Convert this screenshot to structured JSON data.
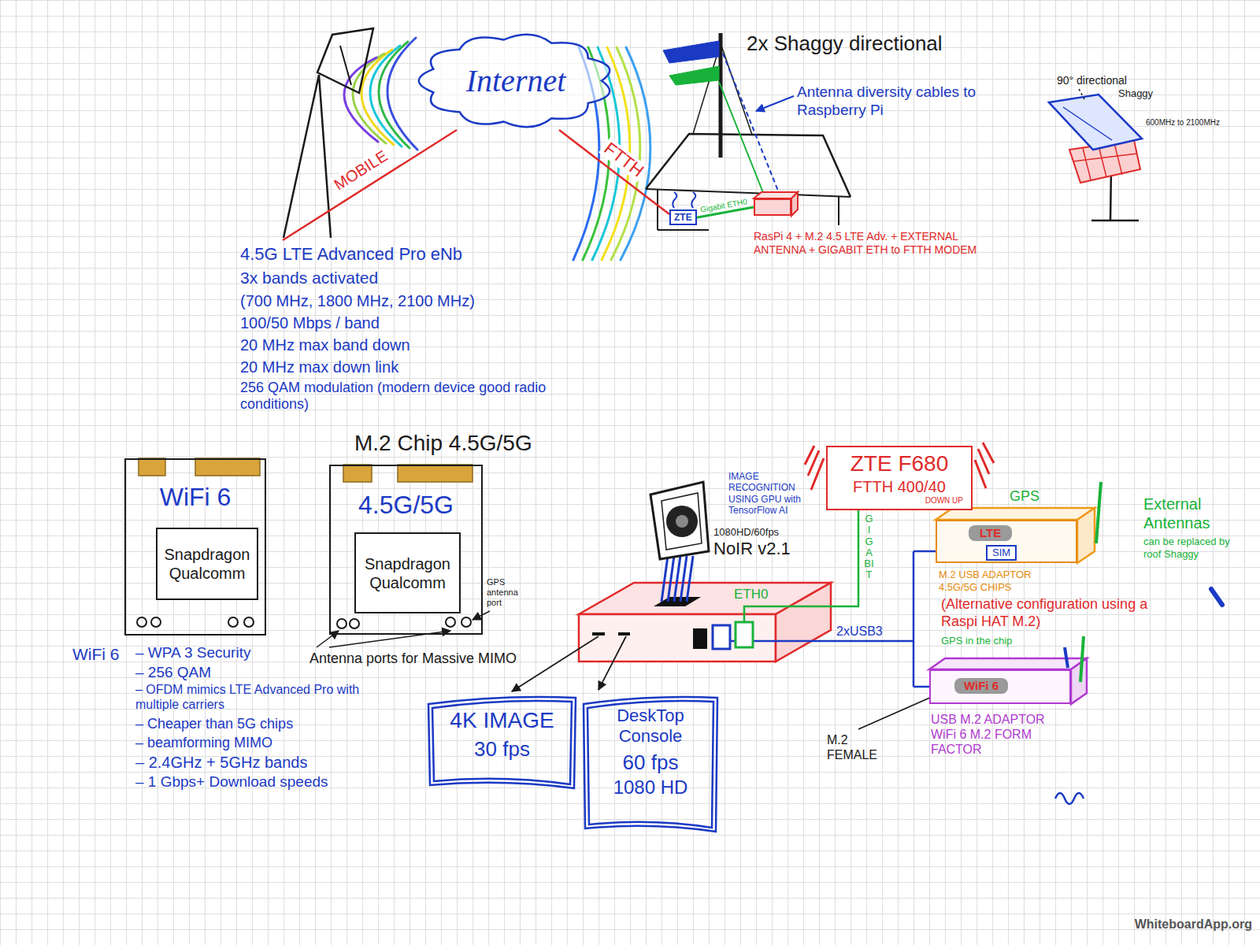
{
  "diagram": {
    "nodes": [
      {
        "text": [
          "Internet"
        ]
      },
      {
        "text": [
          "4.5G LTE Advanced Pro eNb",
          "3x bands activated",
          "(700 MHz, 1800 MHz, 2100 MHz)",
          "100/50 Mbps / band",
          "20 MHz max band down",
          "20 MHz max down link",
          "256 QAM modulation (modern device good radio conditions)"
        ]
      },
      {
        "text": [
          "ZTE"
        ]
      },
      {
        "text": [
          "RasPi 4 + M.2 4.5 LTE Adv. + EXTERNAL ANTENNA + GIGABIT ETH to FTTH MODEM"
        ]
      },
      {
        "text": [
          "WiFi 6"
        ]
      },
      {
        "text": [
          "Snapdragon Qualcomm"
        ],
        "in": 4
      },
      {
        "text": [
          "4.5G/5G"
        ]
      },
      {
        "text": [
          "Snapdragon Qualcomm"
        ],
        "in": 6
      },
      {
        "text": [
          "ZTE F680",
          "FTTH 400/40",
          "DOWN UP"
        ]
      },
      {
        "text": [
          "M.2 USB ADAPTOR 4.5G/5G CHIPS"
        ]
      },
      {
        "text": [
          "LTE"
        ],
        "in": 9
      },
      {
        "text": [
          "SIM"
        ],
        "in": 9
      },
      {
        "text": [
          "4K IMAGE",
          "30 fps"
        ]
      },
      {
        "text": [
          "DeskTop Console",
          "60 fps",
          "1080 HD"
        ]
      },
      {
        "text": [
          "USB M.2 ADAPTOR WiFi 6 M.2 FORM FACTOR"
        ]
      },
      {
        "text": [
          "WiFi 6"
        ],
        "in": 14
      }
    ],
    "edges": [
      {
        "from": 0,
        "to": 1,
        "label": "MOBILE",
        "arrow": "none"
      },
      {
        "from": 0,
        "to": 2,
        "label": "FTTH",
        "arrow": "none"
      },
      {
        "from": 2,
        "to": 3,
        "label": "Gigabit ETH0",
        "arrow": "none"
      }
    ],
    "labels": [
      "2x Shaggy directional",
      "Antenna diversity cables to Raspberry Pi",
      "90° directional",
      "Shaggy",
      "600MHz to 2100MHz",
      "M.2 Chip 4.5G/5G",
      "GPS antenna port",
      "Antenna ports for Massive MIMO",
      "WiFi 6",
      "– WPA 3 Security",
      "– 256 QAM",
      "– OFDM mimics LTE Advanced Pro with multiple carriers",
      "– Cheaper than 5G chips",
      "– beamforming MIMO",
      "– 2.4GHz + 5GHz bands",
      "– 1 Gbps+ Download speeds",
      "IMAGE RECOGNITION USING GPU with TensorFlow AI",
      "1080HD/60fps",
      "NoIR v2.1",
      "GIGABIT",
      "ETH0",
      "2xUSB3",
      "GPS",
      "External Antennas",
      "can be replaced by roof Shaggy",
      "(Alternative configuration using a Raspi HAT M.2)",
      "GPS in the chip",
      "M.2 FEMALE",
      "WhiteboardApp.org"
    ]
  }
}
